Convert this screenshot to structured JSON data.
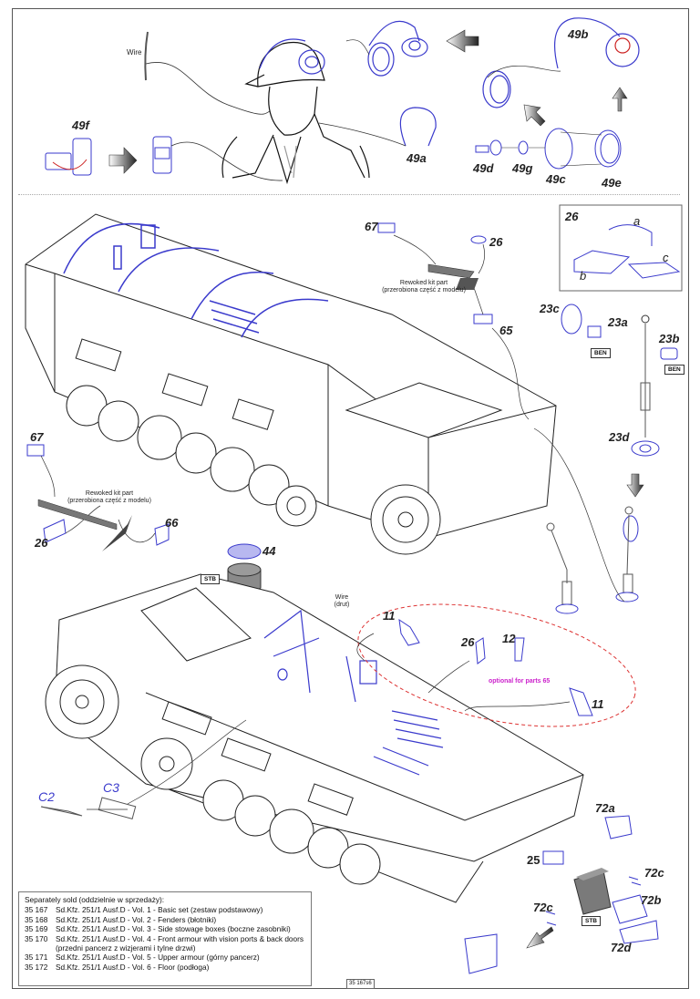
{
  "page": {
    "sheet_code": "35 167s6"
  },
  "colors": {
    "part_blue": "#3a3acc",
    "outline": "#222222",
    "optional_ellipse": "#dd3333",
    "optional_text": "#cc22cc",
    "grey_part": "#888888"
  },
  "top_section": {
    "wire_label": "Wire",
    "parts": {
      "p49f": "49f",
      "p49a": "49a",
      "p49b": "49b",
      "p49d": "49d",
      "p49g": "49g",
      "p49c": "49c",
      "p49e": "49e"
    }
  },
  "upper_vehicle": {
    "inset_26": {
      "title": "26",
      "a": "a",
      "b": "b",
      "c": "c"
    },
    "parts": {
      "p67": "67",
      "p26": "26",
      "p65": "65",
      "p23c": "23c",
      "p23a": "23a",
      "p23b": "23b",
      "p23d": "23d"
    },
    "rework_note_line1": "Rewoked kit part",
    "rework_note_line2": "(przerobiona część z modelu)",
    "ben_tag_1": "BEN",
    "ben_tag_2": "BEN"
  },
  "left_detail": {
    "parts": {
      "p67": "67",
      "p26": "26",
      "p66": "66",
      "p44": "44"
    },
    "rework_note_line1": "Rewoked kit part",
    "rework_note_line2": "(przerobiona część z modelu)",
    "stb_tag": "STB"
  },
  "lower_vehicle": {
    "wire_label_line1": "Wire",
    "wire_label_line2": "(drut)",
    "optional_note": "optional for parts 65",
    "parts": {
      "p11a": "11",
      "p26": "26",
      "p12": "12",
      "p11b": "11",
      "pC2": "C2",
      "pC3": "C3",
      "p72a": "72a",
      "p25": "25",
      "p72c_right": "72c",
      "p72c_left": "72c",
      "p72b": "72b",
      "p72d": "72d"
    },
    "stb_tag": "STB"
  },
  "legend": {
    "title": "Separately sold (oddzielnie w sprzedaży):",
    "items": [
      {
        "code": "35 167",
        "desc": "Sd.Kfz. 251/1 Ausf.D - Vol. 1 - Basic set (zestaw podstawowy)"
      },
      {
        "code": "35 168",
        "desc": "Sd.Kfz. 251/1 Ausf.D - Vol. 2 - Fenders (błotniki)"
      },
      {
        "code": "35 169",
        "desc": "Sd.Kfz. 251/1 Ausf.D - Vol. 3 - Side stowage boxes (boczne zasobniki)"
      },
      {
        "code": "35 170",
        "desc": "Sd.Kfz. 251/1 Ausf.D - Vol. 4 - Front armour with vision ports & back doors (przedni pancerz z wizjerami i tylne drzwi)"
      },
      {
        "code": "35 171",
        "desc": "Sd.Kfz. 251/1 Ausf.D - Vol. 5 - Upper armour (górny pancerz)"
      },
      {
        "code": "35 172",
        "desc": "Sd.Kfz. 251/1 Ausf.D - Vol. 6 - Floor (podłoga)"
      }
    ]
  }
}
